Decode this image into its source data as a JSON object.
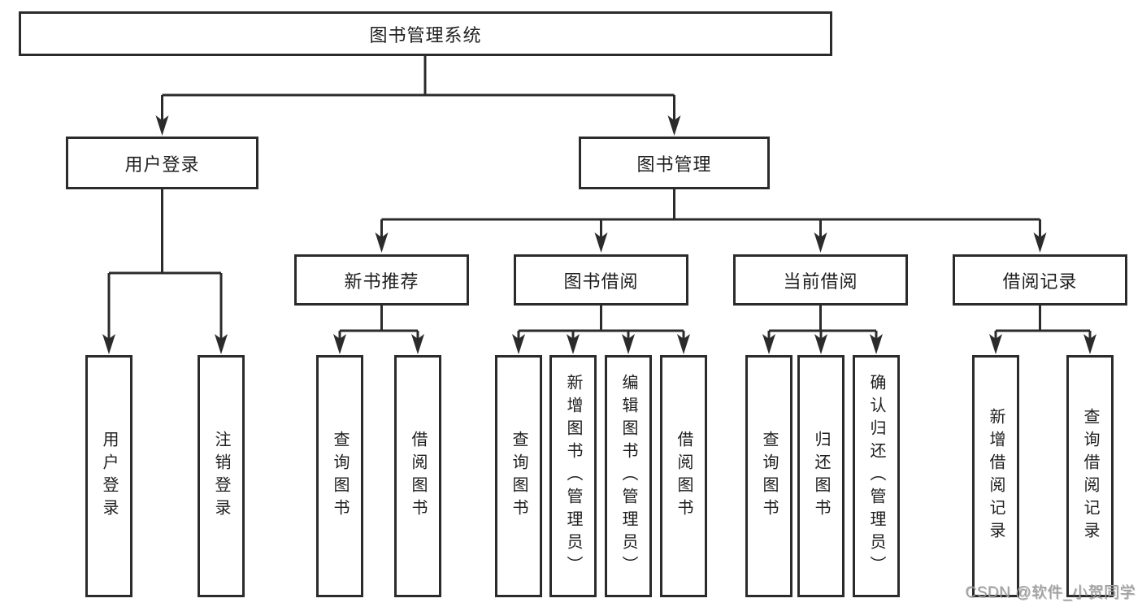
{
  "diagram": {
    "root": {
      "label": "图书管理系统"
    },
    "branches": [
      {
        "label": "用户登录",
        "children": [
          {
            "label": "用户登录"
          },
          {
            "label": "注销登录"
          }
        ]
      },
      {
        "label": "图书管理",
        "children": [
          {
            "label": "新书推荐",
            "children": [
              {
                "label": "查询图书"
              },
              {
                "label": "借阅图书"
              }
            ]
          },
          {
            "label": "图书借阅",
            "children": [
              {
                "label": "查询图书"
              },
              {
                "label": "新增图书（管理员）"
              },
              {
                "label": "编辑图书（管理员）"
              },
              {
                "label": "借阅图书"
              }
            ]
          },
          {
            "label": "当前借阅",
            "children": [
              {
                "label": "查询图书"
              },
              {
                "label": "归还图书"
              },
              {
                "label": "确认归还（管理员）"
              }
            ]
          },
          {
            "label": "借阅记录",
            "children": [
              {
                "label": "新增借阅记录"
              },
              {
                "label": "查询借阅记录"
              }
            ]
          }
        ]
      }
    ],
    "watermark": "CSDN @软件_小贺同学",
    "colors": {
      "line": "#2b2b2b",
      "box_border": "#2b2b2b",
      "text": "#1e1e1e",
      "watermark": "#9e9e9e",
      "background": "#ffffff"
    }
  }
}
